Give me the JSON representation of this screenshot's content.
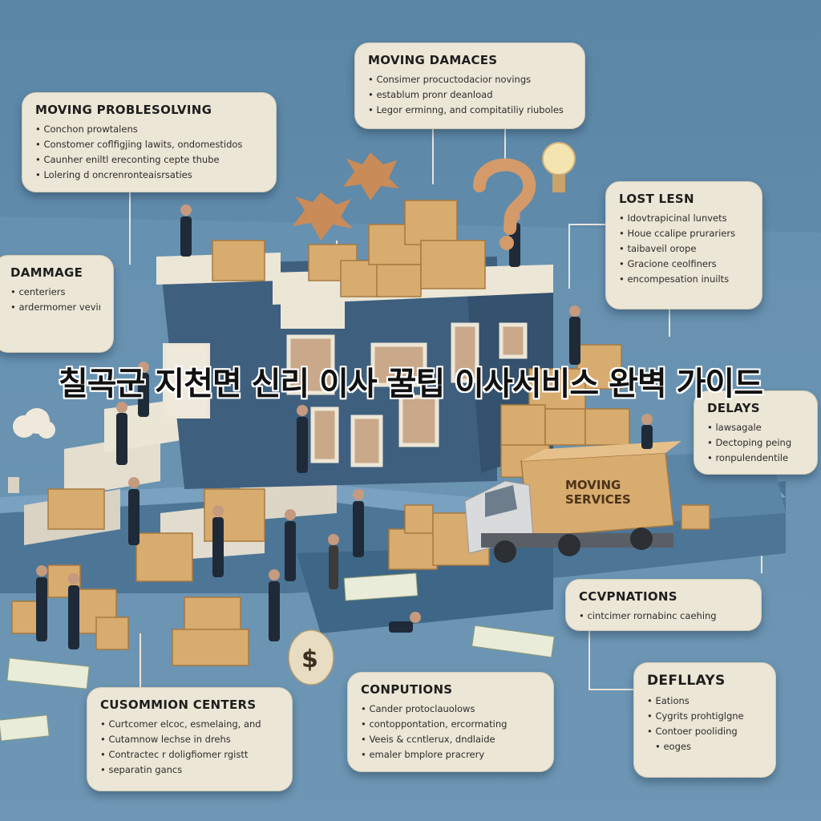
{
  "title": "칠곡군 지천면 신리 이사 꿀팁   이사서비스 완벽 가이드",
  "truck_label": [
    "MOVING",
    "SERVICES"
  ],
  "cards": {
    "moving_damages": {
      "heading": "MOVING DAMACES",
      "items": [
        "Consimer procuctodacior novings",
        "establum pronr deanload",
        "Legor erminng, and compitatiliy riuboles"
      ]
    },
    "problem_solving": {
      "heading": "MOVING PROBLESOLVING",
      "items": [
        "Conchon prowtalens",
        "Constomer coflfigjing lawits, ondomestidos",
        "Caunher eniltl ereconting cepte thube",
        "Lolering d oncrenronteaisrsaties"
      ]
    },
    "damage": {
      "heading": "DAMMAGE",
      "items": [
        "centeriers",
        "ardermomer vevings"
      ]
    },
    "lost": {
      "heading": "LOST LESN",
      "items": [
        "Idovtrapicinal lunvets",
        "Houe ccalipe prurariers",
        "taibaveil orope",
        "Gracione ceolfiners",
        "encompesation inuilts"
      ]
    },
    "delays": {
      "heading": "DELAYS",
      "items": [
        "lawsagale",
        "Dectoping peing",
        "ronpulendentile"
      ]
    },
    "covenations": {
      "heading": "CCVPNATIONS",
      "items": [
        "cintcimer rornabinc caehing"
      ]
    },
    "deflays": {
      "heading": "DEFLLAYS",
      "items": [
        "Eations",
        "Cygrits prohtiglgne",
        "Contoer pooliding",
        "eoges"
      ]
    },
    "conputions": {
      "heading": "CONPUTIONS",
      "items": [
        "Cander protoclauolows",
        "contoppontation, ercormating",
        "Veeis & ccntlerux, dndlaide",
        "emaler bmplore pracrery"
      ]
    },
    "customion": {
      "heading": "CUSOMMION CENTERS",
      "items": [
        "Curtcomer elcoc, esmelaing, and",
        "Cutamnow lechse in drehs",
        "Contractec r doligfiomer rgistt",
        "separatin gancs"
      ]
    }
  },
  "icons": [
    "question-mark-icon",
    "lightbulb-icon",
    "money-bag-icon",
    "dollar-bill-icon",
    "cloud-icon"
  ],
  "colors": {
    "background": "#5f8aa8",
    "card": "#ece6d6",
    "house_wall": "#3f5f7e",
    "box": "#d8ab6f",
    "platform": "#4d7596"
  }
}
